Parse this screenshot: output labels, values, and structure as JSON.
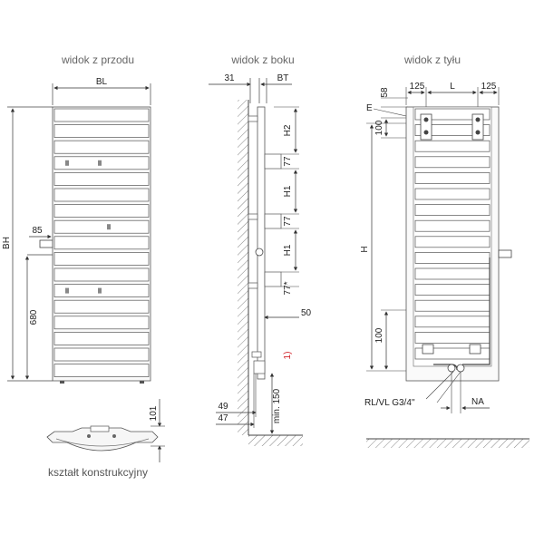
{
  "views": {
    "front_title": "widok z przodu",
    "side_title": "widok z boku",
    "back_title": "widok z tyłu",
    "section_caption": "kształt konstrukcyjny"
  },
  "front_dims": {
    "BL": "BL",
    "BH": "BH",
    "d85": "85",
    "d680": "680"
  },
  "side_dims": {
    "d31": "31",
    "BT": "BT",
    "H2": "H2",
    "d77a": "77",
    "H1a": "H1",
    "d77b": "77",
    "H1b": "H1",
    "d77c": "77*",
    "d50": "50",
    "note1": "1)",
    "d49": "49",
    "d47": "47",
    "min150": "min. 150"
  },
  "back_dims": {
    "d58": "58",
    "d125a": "125",
    "L": "L",
    "d125b": "125",
    "E": "E",
    "d100top": "100",
    "H": "H",
    "d100bot": "100",
    "conn": "RL/VL G3/4''",
    "NA": "NA"
  },
  "section_dims": {
    "d101": "101"
  },
  "colors": {
    "line": "#4a4a4a",
    "panel_fill": "#ffffff",
    "panel_stroke": "#555555",
    "wall_hatch": "#666666",
    "note_red": "#d2232a"
  }
}
